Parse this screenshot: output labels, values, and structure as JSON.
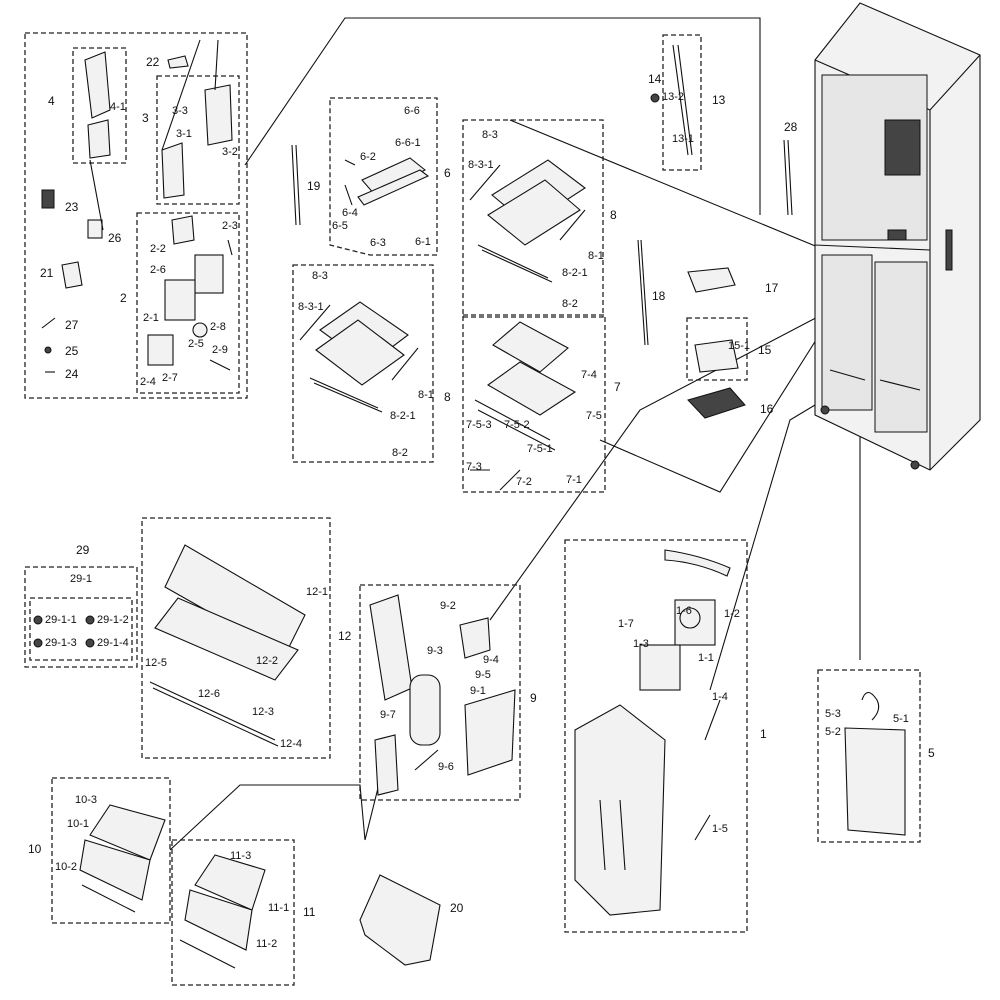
{
  "diagram": {
    "callouts": {
      "c1": "1",
      "c1_1": "1-1",
      "c1_2": "1-2",
      "c1_3": "1-3",
      "c1_4": "1-4",
      "c1_5": "1-5",
      "c1_6": "1-6",
      "c1_7": "1-7",
      "c2": "2",
      "c2_1": "2-1",
      "c2_2": "2-2",
      "c2_3": "2-3",
      "c2_4": "2-4",
      "c2_5": "2-5",
      "c2_6": "2-6",
      "c2_7": "2-7",
      "c2_8": "2-8",
      "c2_9": "2-9",
      "c3": "3",
      "c3_1": "3-1",
      "c3_2": "3-2",
      "c3_3": "3-3",
      "c4": "4",
      "c4_1": "4-1",
      "c5": "5",
      "c5_1": "5-1",
      "c5_2": "5-2",
      "c5_3": "5-3",
      "c6": "6",
      "c6_1": "6-1",
      "c6_2": "6-2",
      "c6_3": "6-3",
      "c6_4": "6-4",
      "c6_5": "6-5",
      "c6_6": "6-6",
      "c6_6_1": "6-6-1",
      "c7": "7",
      "c7_1": "7-1",
      "c7_2": "7-2",
      "c7_3": "7-3",
      "c7_4": "7-4",
      "c7_5": "7-5",
      "c7_5_1": "7-5-1",
      "c7_5_2": "7-5-2",
      "c7_5_3": "7-5-3",
      "c8a": "8",
      "c8a_1": "8-1",
      "c8a_2": "8-2",
      "c8a_2_1": "8-2-1",
      "c8a_3": "8-3",
      "c8a_3_1": "8-3-1",
      "c8b": "8",
      "c8b_1": "8-1",
      "c8b_2": "8-2",
      "c8b_2_1": "8-2-1",
      "c8b_3": "8-3",
      "c8b_3_1": "8-3-1",
      "c9": "9",
      "c9_1": "9-1",
      "c9_2": "9-2",
      "c9_3": "9-3",
      "c9_4": "9-4",
      "c9_5": "9-5",
      "c9_6": "9-6",
      "c9_7": "9-7",
      "c10": "10",
      "c10_1": "10-1",
      "c10_2": "10-2",
      "c10_3": "10-3",
      "c11": "11",
      "c11_1": "11-1",
      "c11_2": "11-2",
      "c11_3": "11-3",
      "c12": "12",
      "c12_1": "12-1",
      "c12_2": "12-2",
      "c12_3": "12-3",
      "c12_4": "12-4",
      "c12_5": "12-5",
      "c12_6": "12-6",
      "c13": "13",
      "c13_1": "13-1",
      "c13_2": "13-2",
      "c14": "14",
      "c15": "15",
      "c15_1": "15-1",
      "c16": "16",
      "c17": "17",
      "c18": "18",
      "c19": "19",
      "c20": "20",
      "c21": "21",
      "c22": "22",
      "c23": "23",
      "c24": "24",
      "c25": "25",
      "c26": "26",
      "c27": "27",
      "c28": "28",
      "c29": "29",
      "c29_1": "29-1",
      "c29_1_1": "29-1-1",
      "c29_1_2": "29-1-2",
      "c29_1_3": "29-1-3",
      "c29_1_4": "29-1-4"
    }
  }
}
